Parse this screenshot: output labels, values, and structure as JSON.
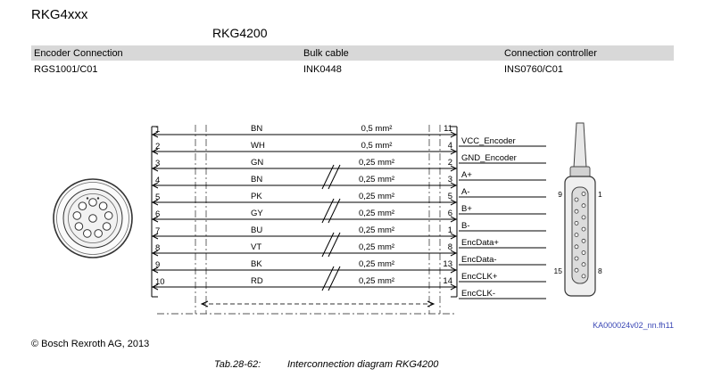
{
  "page": {
    "family_title": "RKG4xxx",
    "diagram_title": "RKG4200",
    "copyright": "© Bosch Rexroth AG, 2013",
    "caption_label": "Tab.28-62:",
    "caption_text": "Interconnection diagram RKG4200",
    "drawing_ref": "KA000024v02_nn.fh11"
  },
  "columns": {
    "headers": [
      "Encoder Connection",
      "Bulk cable",
      "Connection controller"
    ],
    "values": [
      "RGS1001/C01",
      "INK0448",
      "INS0760/C01"
    ]
  },
  "diagram": {
    "left_connector": "round 10-pin encoder connector",
    "right_connector": "D-Sub 15 connection controller connector",
    "dsub_labels": {
      "top_left": "9",
      "top_right": "1",
      "bottom_left": "15",
      "bottom_right": "8"
    },
    "wires": [
      {
        "left_pin": "1",
        "color": "BN",
        "cross_section": "0,5 mm²",
        "right_pin": "11",
        "signal": "VCC_Encoder",
        "twisted_with_next": false
      },
      {
        "left_pin": "2",
        "color": "WH",
        "cross_section": "0,5 mm²",
        "right_pin": "4",
        "signal": "GND_Encoder",
        "twisted_with_next": false
      },
      {
        "left_pin": "3",
        "color": "GN",
        "cross_section": "0,25 mm²",
        "right_pin": "2",
        "signal": "A+",
        "twisted_with_next": true
      },
      {
        "left_pin": "4",
        "color": "BN",
        "cross_section": "0,25 mm²",
        "right_pin": "3",
        "signal": "A-",
        "twisted_with_next": false
      },
      {
        "left_pin": "5",
        "color": "PK",
        "cross_section": "0,25 mm²",
        "right_pin": "5",
        "signal": "B+",
        "twisted_with_next": true
      },
      {
        "left_pin": "6",
        "color": "GY",
        "cross_section": "0,25 mm²",
        "right_pin": "6",
        "signal": "B-",
        "twisted_with_next": false
      },
      {
        "left_pin": "7",
        "color": "BU",
        "cross_section": "0,25 mm²",
        "right_pin": "1",
        "signal": "EncData+",
        "twisted_with_next": true
      },
      {
        "left_pin": "8",
        "color": "VT",
        "cross_section": "0,25 mm²",
        "right_pin": "8",
        "signal": "EncData-",
        "twisted_with_next": false
      },
      {
        "left_pin": "9",
        "color": "BK",
        "cross_section": "0,25 mm²",
        "right_pin": "13",
        "signal": "EncCLK+",
        "twisted_with_next": true
      },
      {
        "left_pin": "10",
        "color": "RD",
        "cross_section": "0,25 mm²",
        "right_pin": "14",
        "signal": "EncCLK-",
        "twisted_with_next": false
      }
    ]
  }
}
